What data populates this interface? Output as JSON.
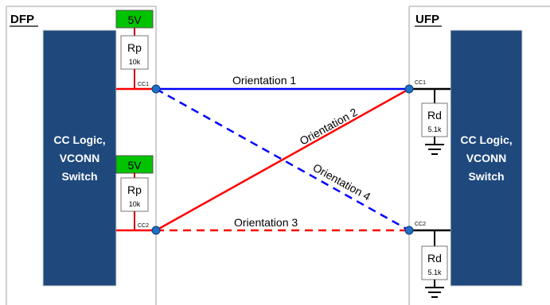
{
  "dfp": {
    "label": "DFP",
    "block_text": [
      "CC Logic,",
      "VCONN",
      "Switch"
    ],
    "supply_top": "5V",
    "supply_bottom": "5V",
    "rp_top": {
      "name": "Rp",
      "value": "10k"
    },
    "rp_bottom": {
      "name": "Rp",
      "value": "10k"
    },
    "pin_top": "CC1",
    "pin_bottom": "CC2"
  },
  "ufp": {
    "label": "UFP",
    "block_text": [
      "CC Logic,",
      "VCONN",
      "Switch"
    ],
    "rd_top": {
      "name": "Rd",
      "value": "5.1k"
    },
    "rd_bottom": {
      "name": "Rd",
      "value": "5.1k"
    },
    "pin_top": "CC1",
    "pin_bottom": "CC2"
  },
  "orientations": {
    "o1": "Orientation 1",
    "o2": "Orientation 2",
    "o3": "Orientation 3",
    "o4": "Orientation 4"
  },
  "colors": {
    "block": "#1f497d",
    "supply": "#00c400",
    "red": "#ff0000",
    "blue": "#0000ff",
    "node": "#1f6fc4"
  }
}
